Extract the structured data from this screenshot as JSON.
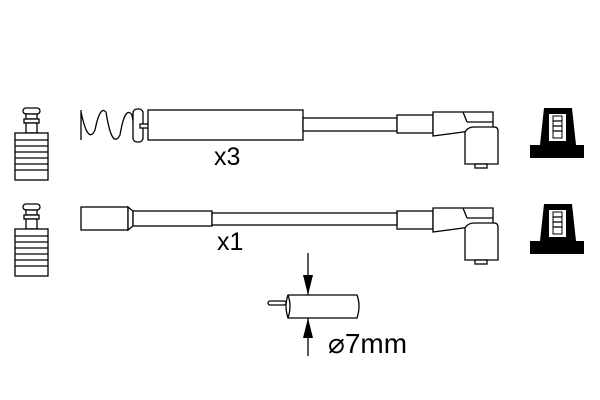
{
  "cables": [
    {
      "quantity_label": "x3",
      "plug_end": "spring-terminal",
      "distributor_end": "angled-boot"
    },
    {
      "quantity_label": "x1",
      "plug_end": "straight-boot",
      "distributor_end": "angled-boot"
    }
  ],
  "diameter": {
    "symbol": "⌀",
    "value": "7mm"
  },
  "colors": {
    "line": "#000000",
    "background": "#ffffff"
  }
}
